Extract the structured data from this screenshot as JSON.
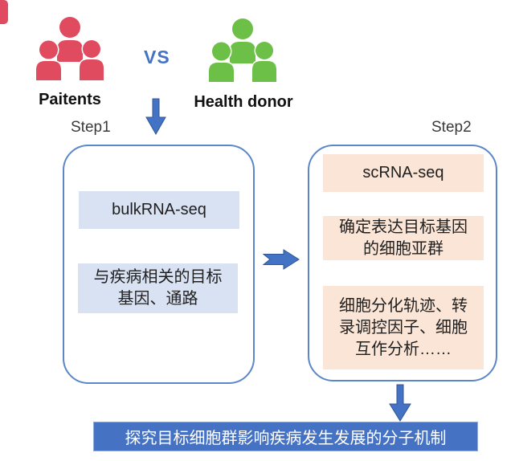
{
  "palette": {
    "patients_red": "#e14b60",
    "donor_green": "#6cbf47",
    "arrow_blue": "#4472c4",
    "panel_border_blue": "#5b87c9",
    "step1_box_fill": "#d9e2f3",
    "step2_box_fill": "#fbe5d6",
    "conclusion_fill": "#4672c4",
    "conclusion_text": "#ffffff"
  },
  "header": {
    "patients_label": "Paitents",
    "vs_label": "VS",
    "donor_label": "Health donor"
  },
  "step1": {
    "label": "Step1",
    "boxes": [
      {
        "lines": [
          "bulkRNA-seq"
        ]
      },
      {
        "lines": [
          "与疾病相关的目标",
          "基因、通路"
        ]
      }
    ]
  },
  "step2": {
    "label": "Step2",
    "boxes": [
      {
        "lines": [
          "scRNA-seq"
        ]
      },
      {
        "lines": [
          "确定表达目标基因",
          "的细胞亚群"
        ]
      },
      {
        "lines": [
          "细胞分化轨迹、转",
          "录调控因子、细胞",
          "互作分析……"
        ]
      }
    ]
  },
  "conclusion": {
    "text": "探究目标细胞群影响疾病发生发展的分子机制"
  }
}
